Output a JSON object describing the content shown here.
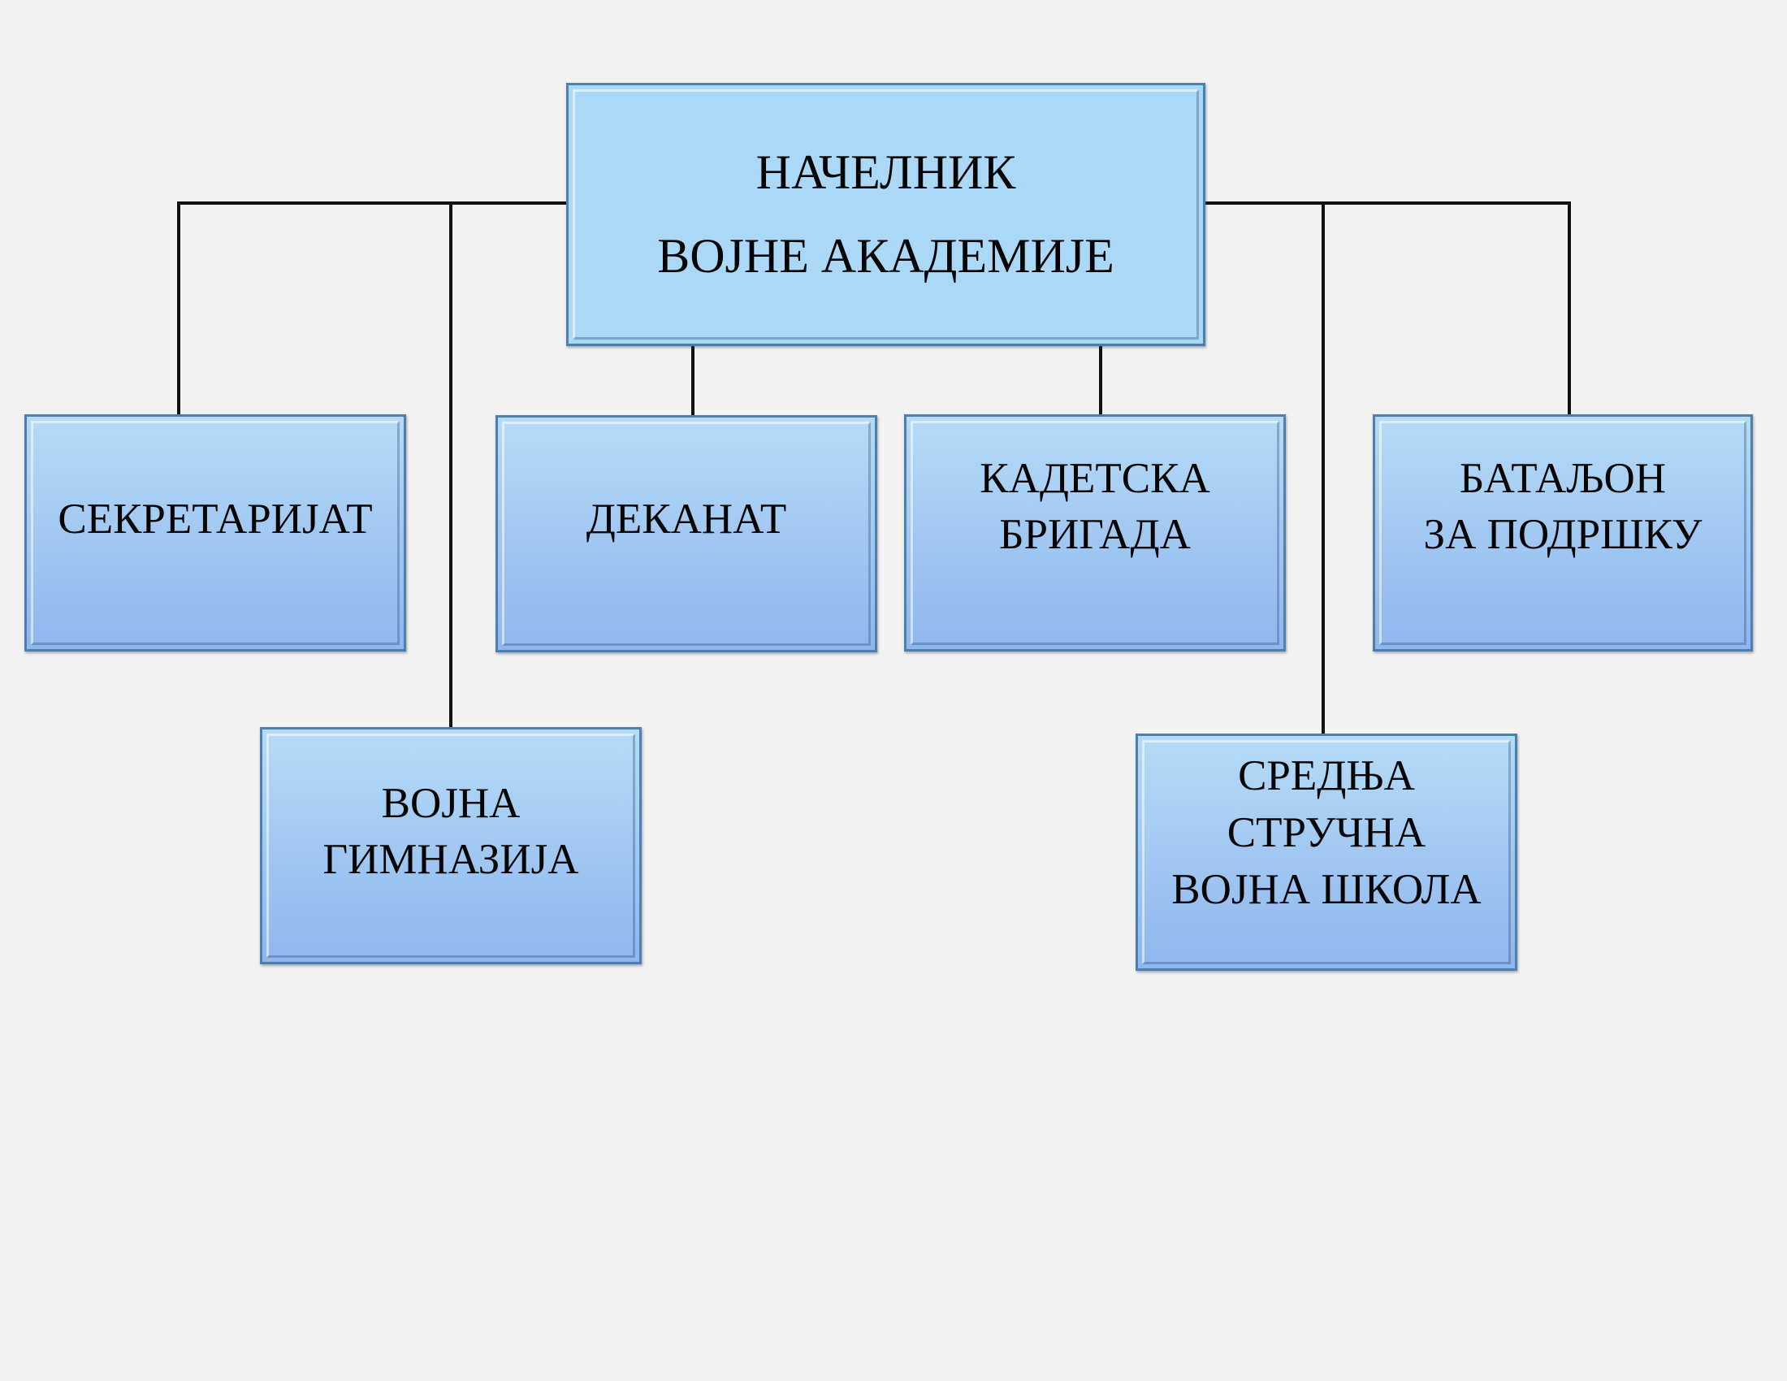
{
  "diagram": {
    "root": {
      "label": "НАЧЕЛНИК\nВОЈНЕ АКАДЕМИЈЕ"
    },
    "units": {
      "secretariat": "СЕКРЕТАРИЈАТ",
      "deanery": "ДЕКАНАТ",
      "cadet_brigade": "КАДЕТСКА\nБРИГАДА",
      "support_battalion": "БАТАЉОН\nЗА ПОДРШКУ",
      "military_gymnasium": "ВОЈНА\nГИМНАЗИЈА",
      "secondary_school": "СРЕДЊА\nСТРУЧНА\nВОЈНА ШКОЛА"
    }
  }
}
